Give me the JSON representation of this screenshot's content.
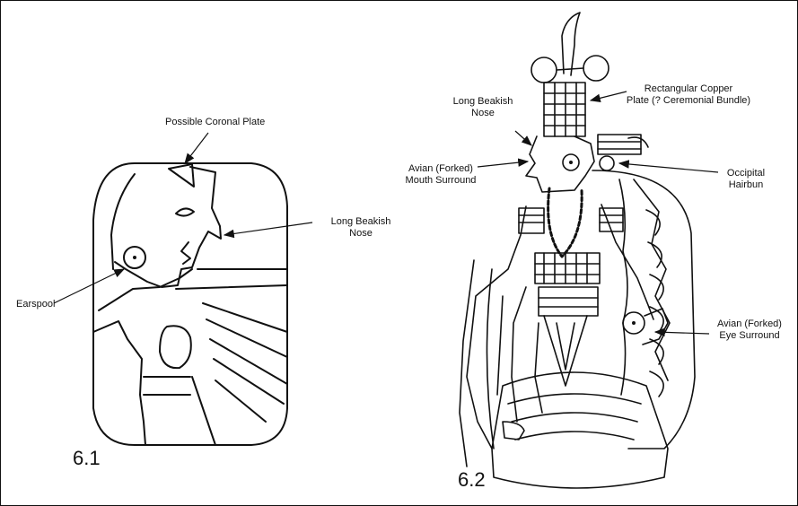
{
  "figure_6_1": {
    "number": "6.1",
    "labels": {
      "coronal_plate": "Possible Coronal Plate",
      "nose_line1": "Long Beakish",
      "nose_line2": "Nose",
      "earspool": "Earspool"
    }
  },
  "figure_6_2": {
    "number": "6.2",
    "labels": {
      "nose_line1": "Long Beakish",
      "nose_line2": "Nose",
      "copper_line1": "Rectangular Copper",
      "copper_line2": "Plate (? Ceremonial Bundle)",
      "mouth_line1": "Avian (Forked)",
      "mouth_line2": "Mouth Surround",
      "hairbun_line1": "Occipital",
      "hairbun_line2": "Hairbun",
      "eye_line1": "Avian (Forked)",
      "eye_line2": "Eye Surround"
    }
  }
}
